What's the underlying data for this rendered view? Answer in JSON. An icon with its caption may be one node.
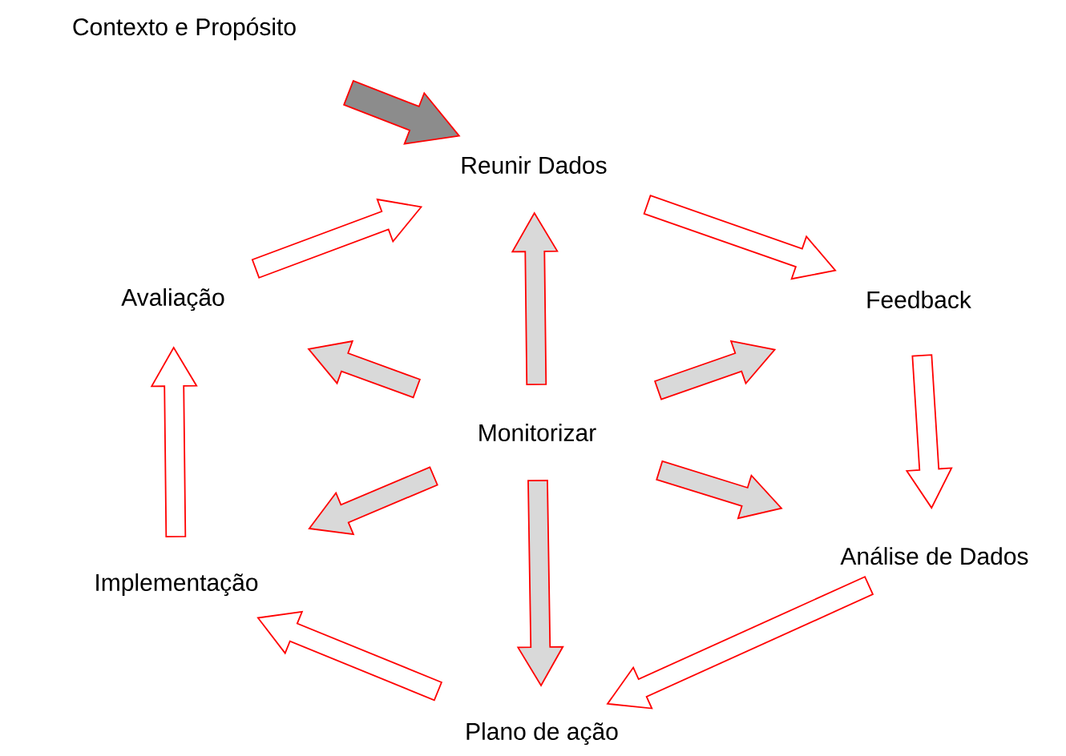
{
  "diagram": {
    "nodes": [
      {
        "text": [
          "Contexto e Propósito"
        ]
      },
      {
        "text": [
          "Reunir Dados"
        ]
      },
      {
        "text": [
          "Feedback"
        ]
      },
      {
        "text": [
          "Análise de Dados"
        ]
      },
      {
        "text": [
          "Plano de ação"
        ]
      },
      {
        "text": [
          "Implementação"
        ]
      },
      {
        "text": [
          "Avaliação"
        ]
      },
      {
        "text": [
          "Monitorizar"
        ]
      }
    ],
    "edges": [
      {
        "from": 0,
        "to": 1,
        "arrow": "to",
        "style": "thick",
        "color": "#8c8c8c"
      },
      {
        "from": 1,
        "to": 2,
        "arrow": "to"
      },
      {
        "from": 2,
        "to": 3,
        "arrow": "to"
      },
      {
        "from": 3,
        "to": 4,
        "arrow": "to"
      },
      {
        "from": 4,
        "to": 5,
        "arrow": "to"
      },
      {
        "from": 5,
        "to": 6,
        "arrow": "to"
      },
      {
        "from": 6,
        "to": 1,
        "arrow": "to"
      },
      {
        "from": 7,
        "to": 1,
        "arrow": "to",
        "color": "#d9d9d9"
      },
      {
        "from": 7,
        "to": 2,
        "arrow": "to",
        "color": "#d9d9d9"
      },
      {
        "from": 7,
        "to": 3,
        "arrow": "to",
        "color": "#d9d9d9"
      },
      {
        "from": 7,
        "to": 4,
        "arrow": "to",
        "color": "#d9d9d9"
      },
      {
        "from": 7,
        "to": 5,
        "arrow": "to",
        "color": "#d9d9d9"
      },
      {
        "from": 7,
        "to": 6,
        "arrow": "to",
        "color": "#d9d9d9"
      }
    ]
  }
}
